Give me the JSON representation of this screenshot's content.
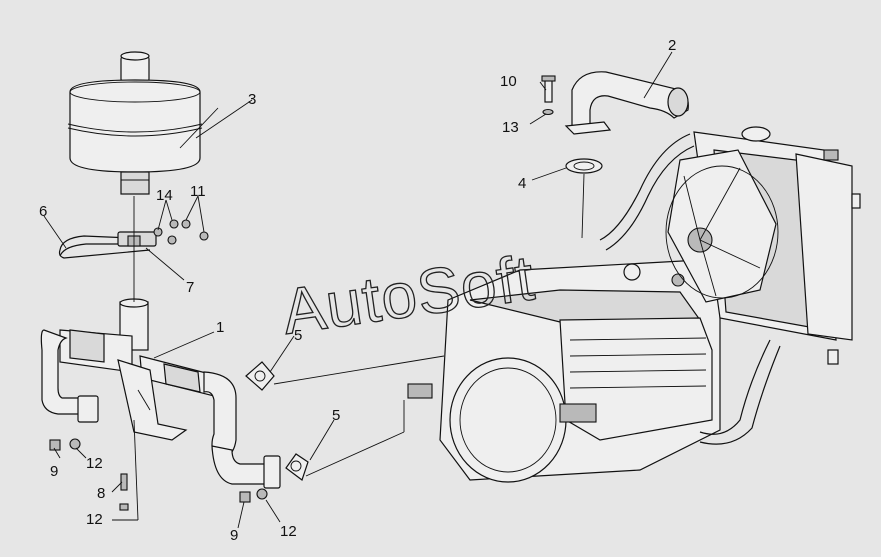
{
  "watermark": "AutoSoft",
  "callouts": {
    "c1": "1",
    "c2": "2",
    "c3": "3",
    "c4": "4",
    "c5a": "5",
    "c5b": "5",
    "c6": "6",
    "c7": "7",
    "c8": "8",
    "c9a": "9",
    "c9b": "9",
    "c10": "10",
    "c11": "11",
    "c12a": "12",
    "c12b": "12",
    "c12c": "12",
    "c13": "13",
    "c14": "14"
  }
}
